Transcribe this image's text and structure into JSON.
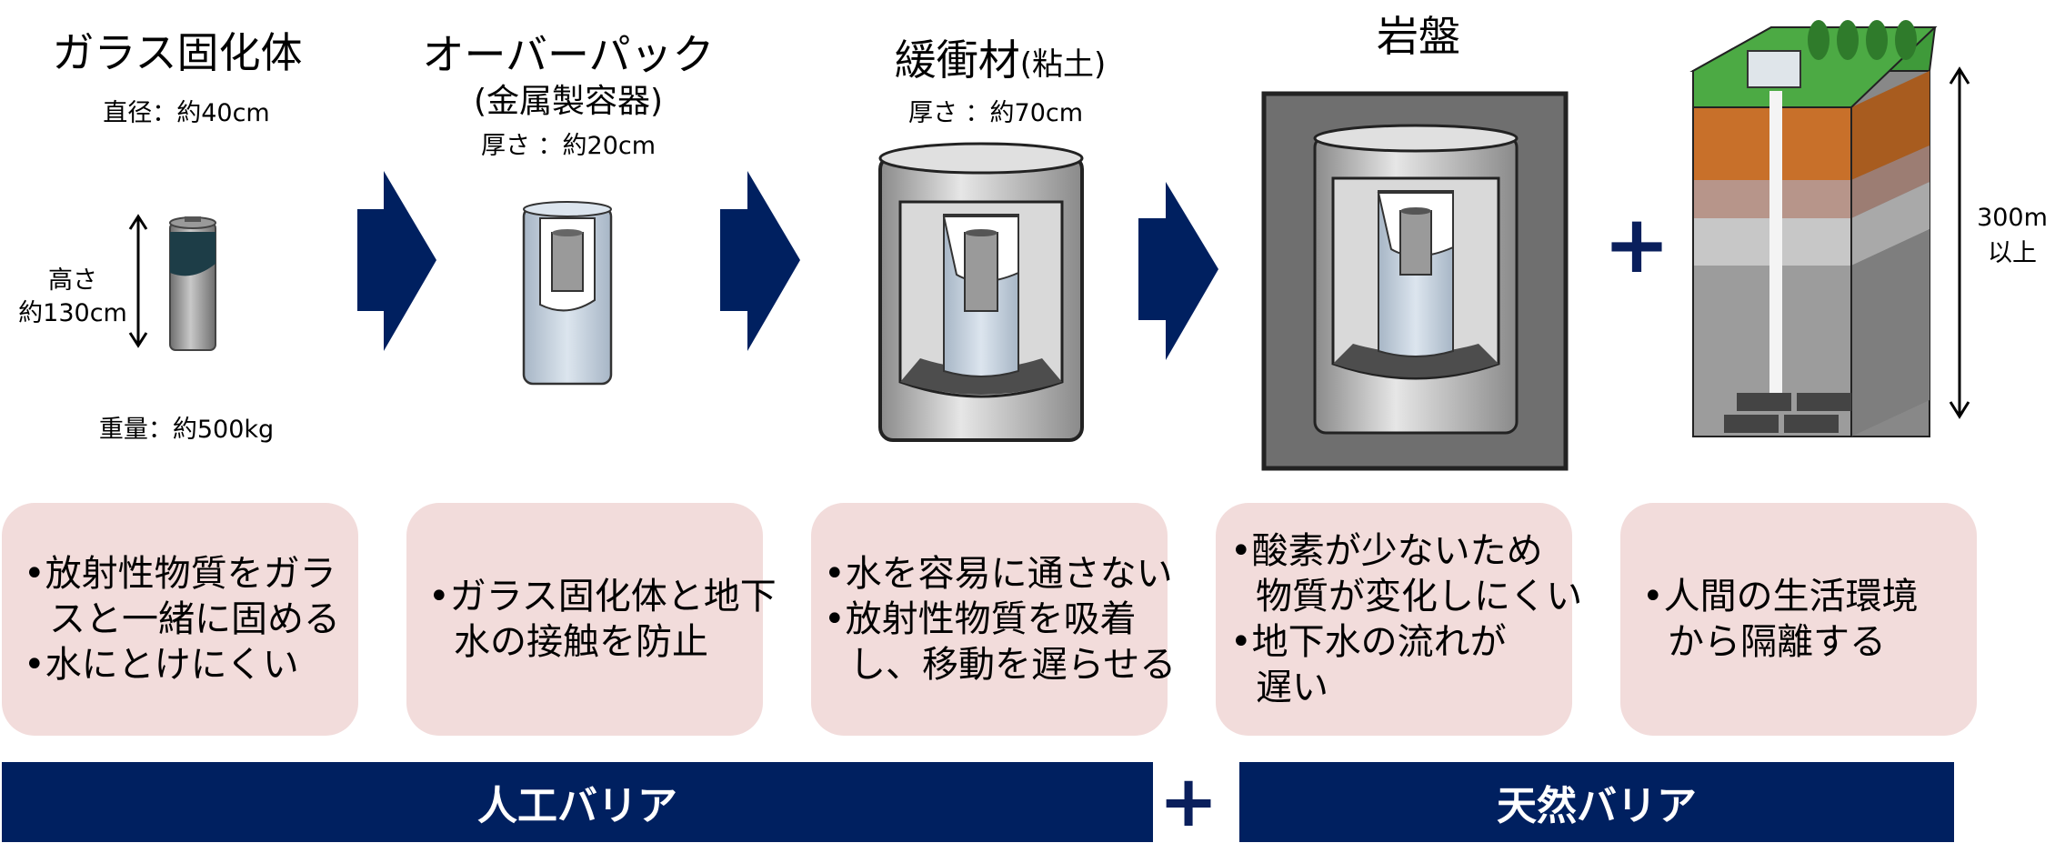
{
  "stages": [
    {
      "id": "glass",
      "title": "ガラス固化体",
      "details": {
        "diameter": "直径：約40cm",
        "height_label_1": "高さ",
        "height_label_2": "約130cm",
        "weight": "重量：約500kg"
      },
      "box_lines": [
        "•放射性物質をガラ",
        "スと一緒に固める",
        "•水にとけにくい"
      ]
    },
    {
      "id": "overpack",
      "title": "オーバーパック",
      "subtitle": "(金属製容器)",
      "thickness": "厚さ ：約20cm",
      "box_lines": [
        "•ガラス固化体と地下",
        "水の接触を防止"
      ]
    },
    {
      "id": "buffer",
      "title_main": "緩衝材",
      "title_paren": "(粘土)",
      "thickness": "厚さ ：約70cm",
      "box_lines": [
        "•水を容易に通さない",
        "•放射性物質を吸着",
        "し、移動を遅らせる"
      ]
    },
    {
      "id": "bedrock",
      "title": "岩盤",
      "box_lines": [
        "•酸素が少ないため",
        "物質が変化しにくい",
        "•地下水の流れが",
        "遅い"
      ]
    },
    {
      "id": "geology",
      "depth_1": "300m",
      "depth_2": "以上",
      "box_lines": [
        "•人間の生活環境",
        "から隔離する"
      ]
    }
  ],
  "plus_sign": "+",
  "bottom_bars": {
    "artificial": "人工バリア",
    "natural": "天然バリア"
  },
  "colors": {
    "navy": "#002060",
    "box_pink": "#f2dcdb",
    "rock_gray": "#7f7f7f"
  }
}
